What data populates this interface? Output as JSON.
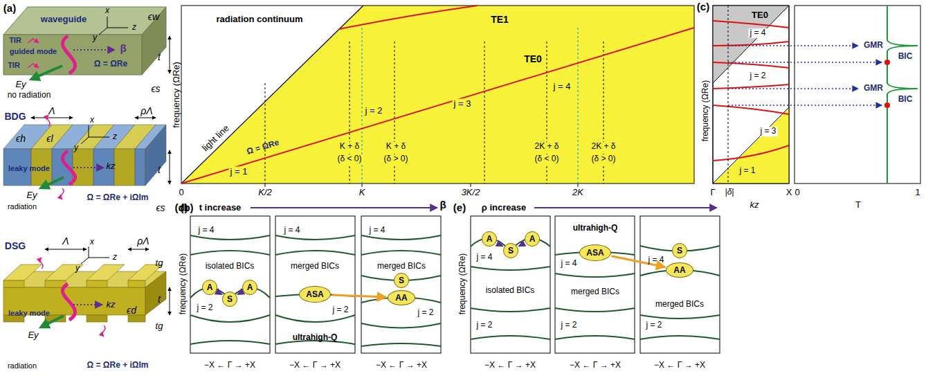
{
  "diagram": {
    "nodes": [
      {
        "text": [
          "A"
        ]
      },
      {
        "text": [
          "S"
        ]
      },
      {
        "text": [
          "A"
        ]
      },
      {
        "text": [
          "ASA"
        ]
      },
      {
        "text": [
          "S"
        ]
      },
      {
        "text": [
          "AA"
        ]
      },
      {
        "text": [
          "A"
        ]
      },
      {
        "text": [
          "S"
        ]
      },
      {
        "text": [
          "A"
        ]
      },
      {
        "text": [
          "ASA"
        ]
      },
      {
        "text": [
          "S"
        ]
      },
      {
        "text": [
          "AA"
        ]
      }
    ],
    "edges": [
      {
        "from": 0,
        "to": 1,
        "arrow": "to"
      },
      {
        "from": 2,
        "to": 1,
        "arrow": "to"
      },
      {
        "from": 3,
        "to": 5,
        "arrow": "to"
      },
      {
        "from": 6,
        "to": 7,
        "arrow": "to"
      },
      {
        "from": 8,
        "to": 7,
        "arrow": "to"
      },
      {
        "from": 9,
        "to": 11,
        "arrow": "to"
      }
    ],
    "labels": [
      "(a)",
      "waveguide",
      "x",
      "y",
      "z",
      "ϵw",
      "TIR",
      "guided mode",
      "TIR",
      "no radiation",
      "Ey",
      "β",
      "Ω = ΩRe",
      "t",
      "ϵs",
      "Λ",
      "x",
      "y",
      "z",
      "ρΛ",
      "BDG",
      "ϵh",
      "ϵl",
      "leaky mode",
      "kz",
      "t",
      "radiation",
      "Ey",
      "Ω = ΩRe + iΩIm",
      "ϵs",
      "DSG",
      "Λ",
      "x",
      "y",
      "z",
      "ρΛ",
      "tg",
      "ϵd",
      "t",
      "leaky mode",
      "kz",
      "tg",
      "radiation",
      "Ey",
      "Ω = ΩRe + iΩIm",
      "(b)",
      "radiation continuum",
      "TE1",
      "TE0",
      "light line",
      "Ω = ΩRe",
      "j = 1",
      "j = 2",
      "j = 3",
      "j = 4",
      "K + δ",
      "(δ < 0)",
      "K + δ",
      "(δ > 0)",
      "2K + δ",
      "(δ < 0)",
      "2K + δ",
      "(δ > 0)",
      "frequency (ΩRe)",
      "0",
      "K/2",
      "K",
      "3K/2",
      "2K",
      "β",
      "(c)",
      "TE0",
      "j = 4",
      "j = 3",
      "j = 2",
      "j = 1",
      "frequency (ΩRe)",
      "Γ",
      "|δ|",
      "kz",
      "X",
      "0",
      "T",
      "1",
      "GMR",
      "BIC",
      "GMR",
      "BIC",
      "(d)",
      "t increase",
      "j = 4",
      "j = 2",
      "isolated BICs",
      "j = 4",
      "merged BICs",
      "j = 2",
      "ultrahigh-Q",
      "j = 4",
      "merged BICs",
      "j = 2",
      "frequency (ΩRe)",
      "−X ← Γ → +X",
      "−X ← Γ → +X",
      "−X ← Γ → +X",
      "(e)",
      "ρ increase",
      "j = 4",
      "isolated BICs",
      "j = 2",
      "ultrahigh-Q",
      "j = 4",
      "merged BICs",
      "j = 2",
      "j = 4",
      "merged BICs",
      "j = 2",
      "frequency (ΩRe)",
      "−X ← Γ → +X",
      "−X ← Γ → +X",
      "−X ← Γ → +X"
    ]
  }
}
